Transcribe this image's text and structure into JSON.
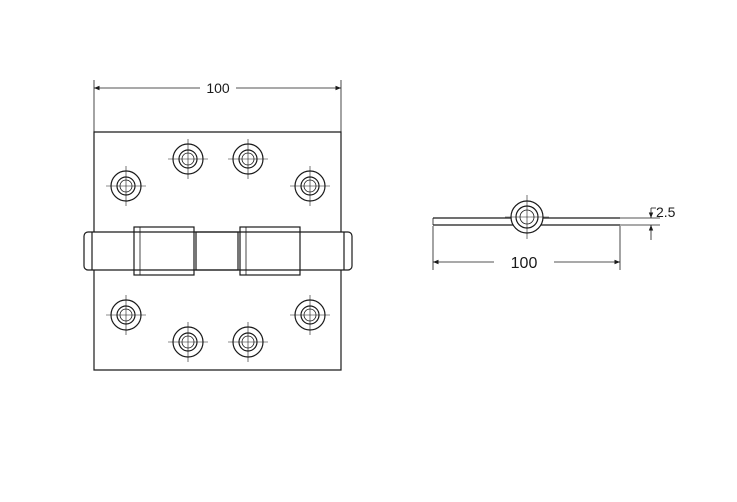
{
  "front_view": {
    "width_dimension": "100"
  },
  "side_view": {
    "width_dimension": "100",
    "thickness_dimension": "2.5"
  },
  "colors": {
    "line": "#1a1a1a",
    "background": "#ffffff"
  }
}
